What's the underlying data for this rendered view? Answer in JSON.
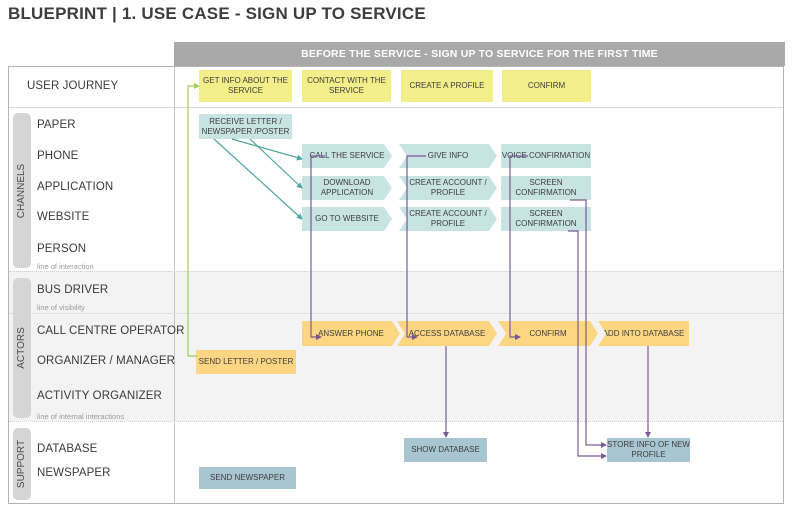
{
  "title": "BLUEPRINT | 1. USE CASE - SIGN UP TO SERVICE",
  "header": "BEFORE THE SERVICE - SIGN UP TO SERVICE FOR THE FIRST TIME",
  "groups": {
    "channels": "CHANNELS",
    "actors": "ACTORS",
    "support": "SUPPORT"
  },
  "lanes": {
    "user_journey": "USER JOURNEY",
    "paper": "PAPER",
    "phone": "PHONE",
    "application": "APPLICATION",
    "website": "WEBSITE",
    "person": "PERSON",
    "bus_driver": "BUS DRIVER",
    "call_centre": "CALL CENTRE OPERATOR",
    "organizer": "ORGANIZER / MANAGER",
    "activity_organizer": "ACTIVITY ORGANIZER",
    "database": "DATABASE",
    "newspaper": "NEWSPAPER"
  },
  "notes": {
    "interaction": "line of interaction",
    "visibility": "line of visibility",
    "internal": "line of internal interactions"
  },
  "boxes": {
    "get_info": "GET INFO ABOUT THE SERVICE",
    "contact": "CONTACT WITH THE SERVICE",
    "create_profile": "CREATE A PROFILE",
    "confirm_journey": "CONFIRM",
    "receive_letter": "RECEIVE LETTER / NEWSPAPER /POSTER",
    "call_service": "CALL THE SERVICE",
    "give_info": "GIVE INFO",
    "voice_confirmation": "VOICE CONFIRMATION",
    "download_app": "DOWNLOAD APPLICATION",
    "create_account_app": "CREATE ACCOUNT / PROFILE",
    "screen_confirmation_app": "SCREEN CONFIRMATION",
    "go_website": "GO TO WEBSITE",
    "create_account_web": "CREATE ACCOUNT / PROFILE",
    "screen_confirmation_web": "SCREEN CONFIRMATION",
    "answer_phone": "ANSWER PHONE",
    "access_database": "ACCESS DATABASE",
    "confirm_actor": "CONFIRM",
    "add_database": "ADD INTO DATABASE",
    "send_letter": "SEND LETTER / POSTER",
    "show_database": "SHOW DATABASE",
    "store_info": "STORE INFO OF NEW PROFILE",
    "send_newspaper": "SEND NEWSPAPER"
  },
  "colors": {
    "journey": "#f2ee8a",
    "channel": "#c7e3e2",
    "actor": "#fdd684",
    "support": "#a8c6d1",
    "connector_green": "#9ccf5a",
    "connector_teal": "#4ea5a0",
    "connector_purple": "#7a5a96"
  }
}
